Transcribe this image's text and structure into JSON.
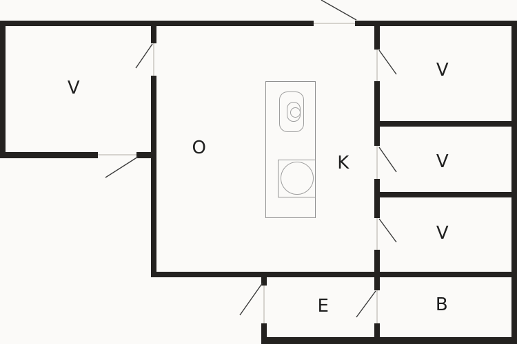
{
  "floorplan": {
    "rooms": [
      {
        "name": "room-v-top-left",
        "label": "V"
      },
      {
        "name": "room-o",
        "label": "O"
      },
      {
        "name": "room-k",
        "label": "K"
      },
      {
        "name": "room-v-right-1",
        "label": "V"
      },
      {
        "name": "room-v-right-2",
        "label": "V"
      },
      {
        "name": "room-v-right-3",
        "label": "V"
      },
      {
        "name": "room-e",
        "label": "E"
      },
      {
        "name": "room-b",
        "label": "B"
      }
    ],
    "fixtures": [
      {
        "name": "kitchen-island"
      },
      {
        "name": "sink-unit"
      },
      {
        "name": "cooktop"
      }
    ],
    "door_count": 8,
    "colors": {
      "wall": "#242220",
      "background": "#fbfaf8",
      "fixture_outline": "#919191",
      "door_swing": "#3a3a3a",
      "label_text": "#1f1f1f"
    }
  }
}
